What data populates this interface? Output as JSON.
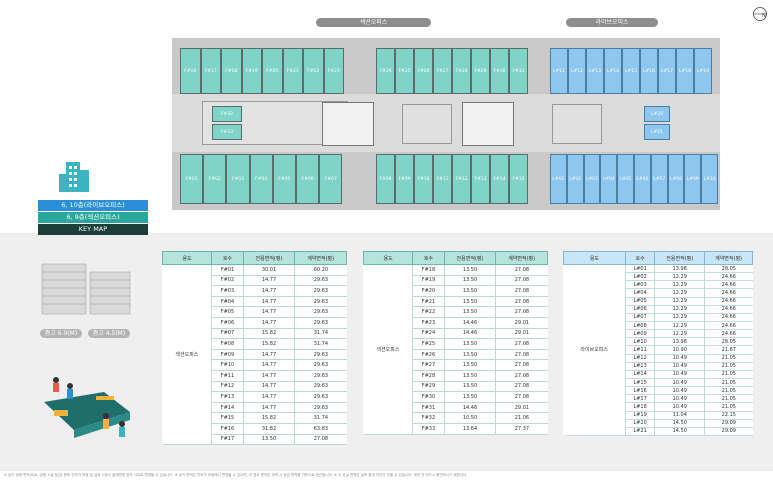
{
  "labels": {
    "section_office": "섹션오피스",
    "live_office": "라이브오피스"
  },
  "floors": {
    "live": "6, 10층(라이브오피스)",
    "section": "6, 9층(섹션오피스)",
    "keymap": "KEY MAP"
  },
  "heights": {
    "a": "층고 6.0(M)",
    "b": "층고 4.5(M)"
  },
  "plan": {
    "top_left": [
      "F#16",
      "F#17",
      "F#18",
      "F#19",
      "F#20",
      "F#21",
      "F#22",
      "F#23"
    ],
    "top_mid": [
      "F#24",
      "F#25",
      "F#26",
      "F#27",
      "F#28",
      "F#29",
      "F#30",
      "F#31"
    ],
    "top_right": [
      "L#11",
      "L#12",
      "L#13",
      "L#14",
      "L#15",
      "L#16",
      "L#17",
      "L#18",
      "L#19"
    ],
    "bot_left": [
      "F#01",
      "F#02",
      "F#03",
      "F#04",
      "F#05",
      "F#06",
      "F#07"
    ],
    "bot_mid": [
      "F#08",
      "F#09",
      "F#10",
      "F#11",
      "F#12",
      "F#13",
      "F#14",
      "F#15"
    ],
    "bot_right": [
      "L#01",
      "L#02",
      "L#03",
      "L#04",
      "L#05",
      "L#06",
      "L#07",
      "L#08",
      "L#09",
      "L#10"
    ],
    "left_small": [
      "F#32",
      "F#33"
    ],
    "right_small": [
      "L#20",
      "L#21"
    ]
  },
  "table_headers": [
    "용도",
    "호수",
    "전용면적(평)",
    "계약면적(평)"
  ],
  "table1": {
    "use": "섹션오피스",
    "rows": [
      [
        "F#01",
        "30.01",
        "60.20"
      ],
      [
        "F#02",
        "14.77",
        "29.63"
      ],
      [
        "F#03",
        "14.77",
        "29.63"
      ],
      [
        "F#04",
        "14.77",
        "29.63"
      ],
      [
        "F#05",
        "14.77",
        "29.63"
      ],
      [
        "F#06",
        "14.77",
        "29.63"
      ],
      [
        "F#07",
        "15.82",
        "31.74"
      ],
      [
        "F#08",
        "15.82",
        "31.74"
      ],
      [
        "F#09",
        "14.77",
        "29.63"
      ],
      [
        "F#10",
        "14.77",
        "29.63"
      ],
      [
        "F#11",
        "14.77",
        "29.63"
      ],
      [
        "F#12",
        "14.77",
        "29.63"
      ],
      [
        "F#13",
        "14.77",
        "29.63"
      ],
      [
        "F#14",
        "14.77",
        "29.63"
      ],
      [
        "F#15",
        "15.82",
        "31.74"
      ],
      [
        "F#16",
        "31.82",
        "63.83"
      ],
      [
        "F#17",
        "13.50",
        "27.08"
      ]
    ]
  },
  "table2": {
    "use": "섹션오피스",
    "rows": [
      [
        "F#18",
        "13.50",
        "27.08"
      ],
      [
        "F#19",
        "13.50",
        "27.08"
      ],
      [
        "F#20",
        "13.50",
        "27.08"
      ],
      [
        "F#21",
        "13.50",
        "27.08"
      ],
      [
        "F#22",
        "13.50",
        "27.08"
      ],
      [
        "F#23",
        "14.46",
        "29.01"
      ],
      [
        "F#24",
        "14.46",
        "29.01"
      ],
      [
        "F#25",
        "13.50",
        "27.08"
      ],
      [
        "F#26",
        "13.50",
        "27.08"
      ],
      [
        "F#27",
        "13.50",
        "27.08"
      ],
      [
        "F#28",
        "13.50",
        "27.08"
      ],
      [
        "F#29",
        "13.50",
        "27.08"
      ],
      [
        "F#30",
        "13.50",
        "27.08"
      ],
      [
        "F#31",
        "14.46",
        "29.01"
      ],
      [
        "F#32",
        "10.50",
        "21.06"
      ],
      [
        "F#33",
        "13.64",
        "27.37"
      ]
    ]
  },
  "table3": {
    "use": "라이브오피스",
    "rows": [
      [
        "L#01",
        "13.98",
        "28.05"
      ],
      [
        "L#02",
        "12.29",
        "24.66"
      ],
      [
        "L#03",
        "12.29",
        "24.66"
      ],
      [
        "L#04",
        "12.29",
        "24.66"
      ],
      [
        "L#05",
        "12.29",
        "24.66"
      ],
      [
        "L#06",
        "12.29",
        "24.66"
      ],
      [
        "L#07",
        "12.29",
        "24.66"
      ],
      [
        "L#08",
        "12.29",
        "24.66"
      ],
      [
        "L#09",
        "12.29",
        "24.66"
      ],
      [
        "L#10",
        "13.98",
        "28.05"
      ],
      [
        "L#11",
        "10.90",
        "21.87"
      ],
      [
        "L#12",
        "10.49",
        "21.05"
      ],
      [
        "L#13",
        "10.49",
        "21.05"
      ],
      [
        "L#14",
        "10.49",
        "21.05"
      ],
      [
        "L#15",
        "10.49",
        "21.05"
      ],
      [
        "L#16",
        "10.49",
        "21.05"
      ],
      [
        "L#17",
        "10.49",
        "21.05"
      ],
      [
        "L#18",
        "10.49",
        "21.05"
      ],
      [
        "L#19",
        "11.04",
        "22.15"
      ],
      [
        "L#20",
        "14.50",
        "29.09"
      ],
      [
        "L#21",
        "14.50",
        "29.09"
      ]
    ]
  },
  "footnote": "※ 상기 공용 면적(도로, 공용 시설 등)은 향후 인허가 과정 및 실제 시공시 설계변경 등의 사유로 변경될 수 있습니다. ※ 상기 면적은 인허가 과정에서 변경될 수 있으며, 이 경우 면적은 계약 시 공급 면적을 기준으로 정산됩니다. ※ 각 호실 면적은 실측 결과 차이가 있을 수 있습니다. 계약 전 반드시 확인하시기 바랍니다."
}
